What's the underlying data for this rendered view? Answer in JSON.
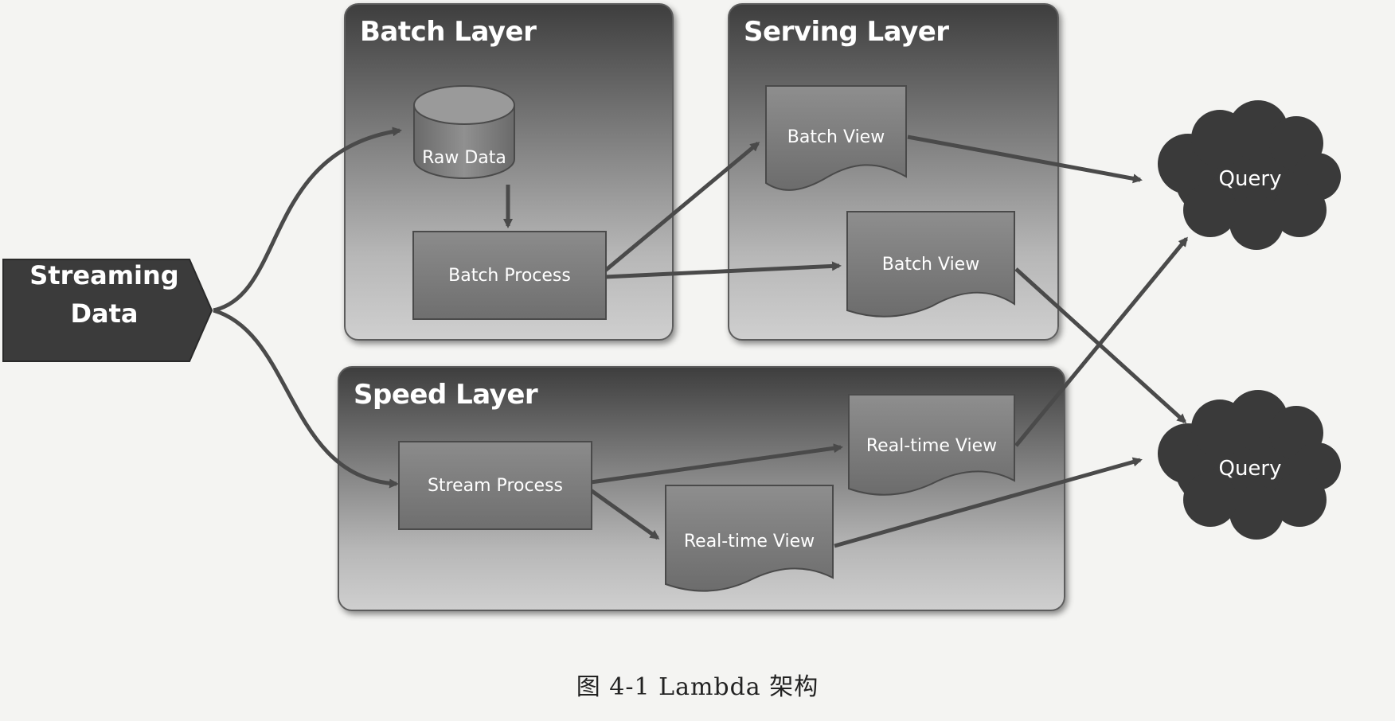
{
  "source": {
    "label_line1": "Streaming",
    "label_line2": "Data"
  },
  "layers": {
    "batch": {
      "title": "Batch Layer",
      "raw_data": "Raw Data",
      "batch_process": "Batch Process"
    },
    "serving": {
      "title": "Serving Layer",
      "batch_view_1": "Batch View",
      "batch_view_2": "Batch View"
    },
    "speed": {
      "title": "Speed Layer",
      "stream_process": "Stream Process",
      "realtime_view_1": "Real-time View",
      "realtime_view_2": "Real-time View"
    }
  },
  "queries": {
    "query_1": "Query",
    "query_2": "Query"
  },
  "caption": "图 4-1   Lambda 架构",
  "colors": {
    "arrow": "#4a4a4a",
    "cloud": "#3a3a3a",
    "node_fill": "#7c7c7c"
  }
}
